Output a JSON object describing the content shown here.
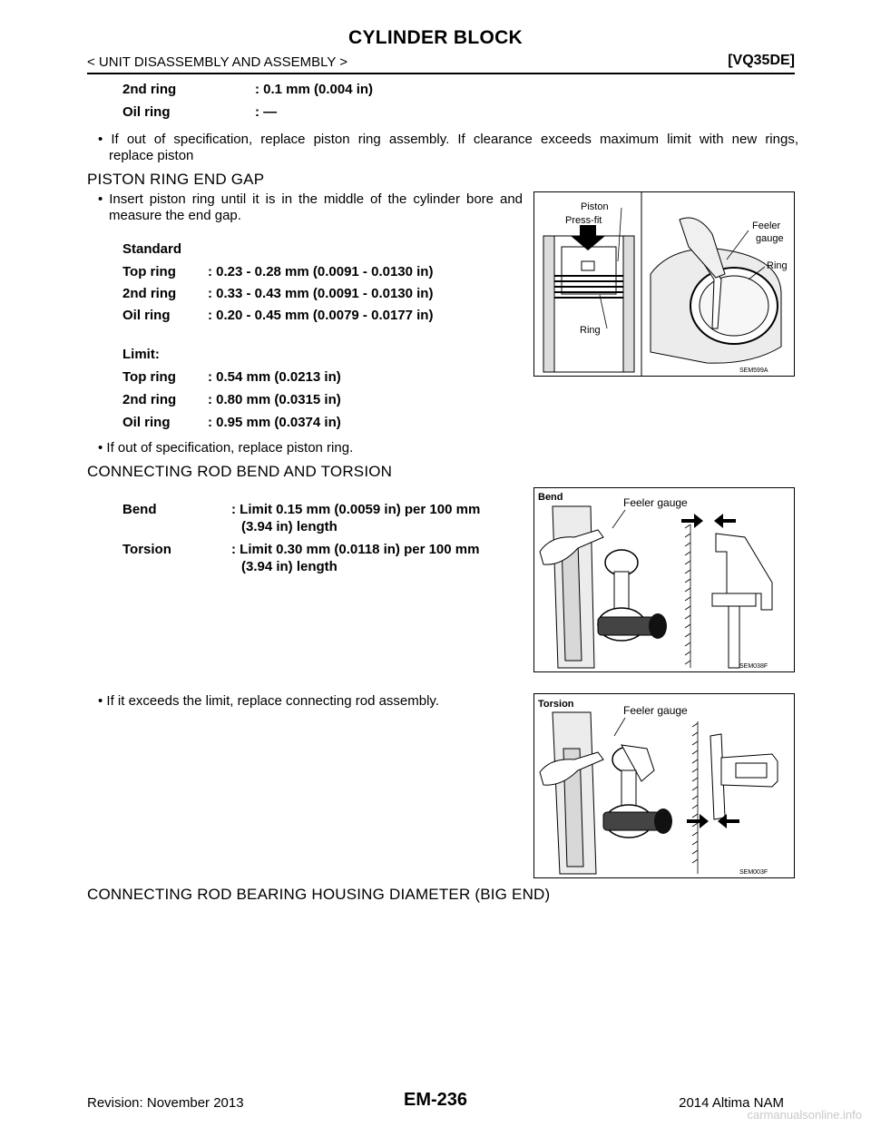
{
  "header": {
    "title": "CYLINDER BLOCK",
    "section": "< UNIT DISASSEMBLY AND ASSEMBLY >",
    "model": "[VQ35DE]"
  },
  "top_specs": [
    {
      "label": "2nd ring",
      "value": ": 0.1 mm (0.004 in)"
    },
    {
      "label": "Oil ring",
      "value": ": —"
    }
  ],
  "clearance_note": {
    "line1": "• If out of specification, replace piston ring assembly. If clearance exceeds maximum limit with new rings,",
    "line2": "replace piston"
  },
  "end_gap": {
    "heading": "PISTON RING END GAP",
    "bullet_line1": "• Insert piston ring until it is in the middle of the cylinder bore and",
    "bullet_line2": "measure the end gap.",
    "standard_label": "Standard",
    "standard": [
      {
        "label": "Top ring",
        "value": ": 0.23 - 0.28 mm (0.0091 - 0.0130 in)"
      },
      {
        "label": "2nd ring",
        "value": ": 0.33 - 0.43 mm (0.0091 - 0.0130 in)"
      },
      {
        "label": "Oil ring",
        "value": ": 0.20 - 0.45 mm (0.0079 - 0.0177 in)"
      }
    ],
    "limit_label": "Limit:",
    "limit": [
      {
        "label": "Top ring",
        "value": ": 0.54 mm (0.0213 in)"
      },
      {
        "label": "2nd ring",
        "value": ": 0.80 mm (0.0315 in)"
      },
      {
        "label": "Oil ring",
        "value": ": 0.95 mm (0.0374 in)"
      }
    ],
    "after_note": "• If out of specification, replace piston ring.",
    "figure": {
      "code": "SEM599A",
      "label_piston": "Piston",
      "label_pressfit": "Press-fit",
      "label_ring_left": "Ring",
      "label_feeler_1": "Feeler",
      "label_feeler_2": "gauge",
      "label_ring_right": "Ring"
    }
  },
  "bend_torsion": {
    "heading": "CONNECTING ROD BEND AND TORSION",
    "bend_label": "Bend",
    "bend_line1": ": Limit 0.15 mm (0.0059 in) per 100 mm",
    "bend_line2": "(3.94 in) length",
    "torsion_label": "Torsion",
    "torsion_line1": ": Limit 0.30 mm (0.0118 in) per 100 mm",
    "torsion_line2": "(3.94 in) length",
    "exceed_note": "• If it exceeds the limit, replace connecting rod assembly.",
    "figure_bend": {
      "title": "Bend",
      "label": "Feeler gauge",
      "code": "SEM038F"
    },
    "figure_torsion": {
      "title": "Torsion",
      "label": "Feeler gauge",
      "code": "SEM003F"
    }
  },
  "big_end": {
    "heading": "CONNECTING ROD BEARING HOUSING DIAMETER (BIG END)"
  },
  "footer": {
    "revision": "Revision: November 2013",
    "page": "EM-236",
    "doc": "2014 Altima NAM",
    "watermark": "carmanualsonline.info"
  }
}
